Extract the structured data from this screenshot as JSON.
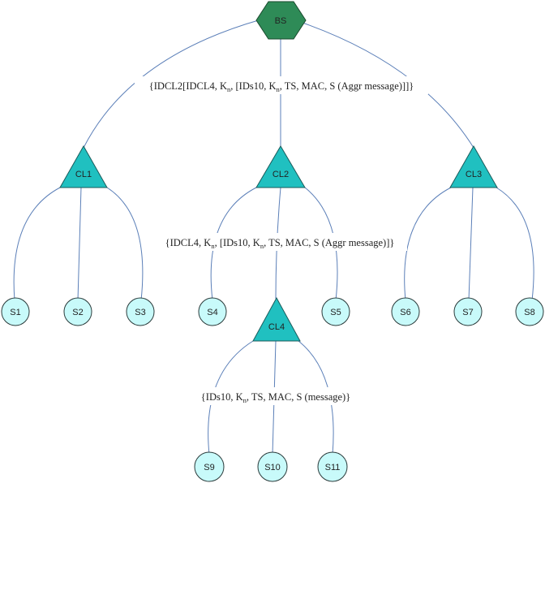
{
  "colors": {
    "base_station": "#2e8b57",
    "cluster_head": "#20c0c0",
    "sensor": "#c8fafa",
    "edge": "#5b7fb8"
  },
  "nodes": {
    "bs": "BS",
    "cl1": "CL1",
    "cl2": "CL2",
    "cl3": "CL3",
    "cl4": "CL4",
    "s1": "S1",
    "s2": "S2",
    "s3": "S3",
    "s4": "S4",
    "s5": "S5",
    "s6": "S6",
    "s7": "S7",
    "s8": "S8",
    "s9": "S9",
    "s10": "S10",
    "s11": "S11"
  },
  "messages": {
    "top": {
      "p1": "{IDCL2[IDCL4, K",
      "sub1": "n",
      "p2": ", [IDs10, K",
      "sub2": "n",
      "p3": ", TS, MAC, S (Aggr message)]]}"
    },
    "middle": {
      "p1": "{IDCL4, K",
      "sub1": "n",
      "p2": ", [IDs10, K",
      "sub2": "n",
      "p3": ", TS, MAC, S (Aggr message)]}"
    },
    "bottom": {
      "p1": "{IDs10, K",
      "sub1": "n",
      "p2": ", TS, MAC, S (message)}"
    }
  }
}
